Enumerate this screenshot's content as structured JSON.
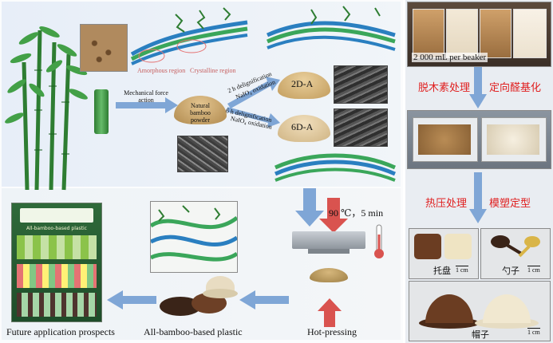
{
  "labels": {
    "amorphous": "Amorphous region",
    "crystalline": "Crystalline region",
    "mechanical": "Mechanical force action",
    "powder": "Natural bamboo powder",
    "delig2h": "2 h delignification",
    "naio4_1": "NaIO₄ oxidation",
    "delig6h": "6 h delignification",
    "naio4_2": "NaIO₄ oxidation",
    "d2a": "2D-A",
    "d6a": "6D-A",
    "temp": "90 ℃，5 min",
    "future": "Future application prospects",
    "plastic": "All-bamboo-based plastic",
    "hotpress": "Hot-pressing",
    "poster_title": "All-bamboo-based plastic"
  },
  "right": {
    "beaker": "2 000 mL per beaker",
    "step1a": "脱木素处理",
    "step1b": "定向醛基化",
    "step2a": "热压处理",
    "step2b": "模塑定型",
    "tray": "托盘",
    "spoon": "勺子",
    "hat": "帽子",
    "scale1": "1 cm",
    "scale2": "1 cm",
    "scale3": "1 cm"
  },
  "colors": {
    "arrow_blue": "#7fa6d6",
    "arrow_red": "#d9534f",
    "fiber_green": "#3aa65a",
    "fiber_blue": "#2a7fc0",
    "label_red": "#e02020"
  }
}
